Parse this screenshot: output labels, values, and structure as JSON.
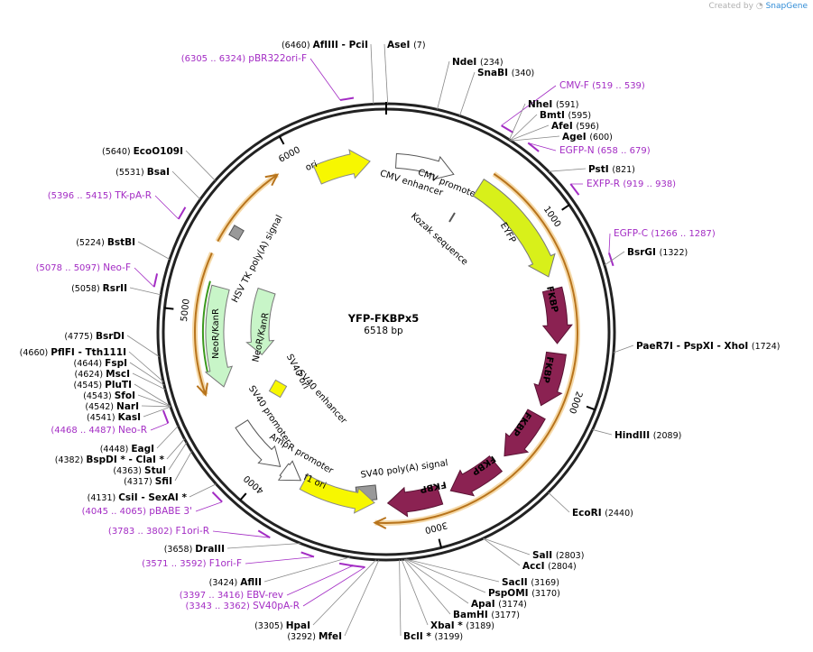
{
  "credit": {
    "prefix": "Created by",
    "brand": "SnapGene"
  },
  "plasmid": {
    "name": "YFP-FKBPx5",
    "size": "6518 bp",
    "length": 6518
  },
  "ticks": [
    "1000",
    "2000",
    "3000",
    "4000",
    "5000",
    "6000"
  ],
  "colors": {
    "ori": "#f7f700",
    "kanr": "#c8f5c8",
    "fkbp": "#8b2252",
    "eyfp": "#d8f01a",
    "promoter": "#ffffff",
    "primer": "#a32cc4",
    "orf": "#e8a33a",
    "polyA": "#999999"
  },
  "sites": [
    {
      "name": "AfIIII  - PciI",
      "pos": "(6460)"
    },
    {
      "name": "AseI",
      "pos": "(7)"
    },
    {
      "name": "NdeI",
      "pos": "(234)"
    },
    {
      "name": "SnaBI",
      "pos": "(340)"
    },
    {
      "name": "NheI",
      "pos": "(591)"
    },
    {
      "name": "BmtI",
      "pos": "(595)"
    },
    {
      "name": "AfeI",
      "pos": "(596)"
    },
    {
      "name": "AgeI",
      "pos": "(600)"
    },
    {
      "name": "PstI",
      "pos": "(821)"
    },
    {
      "name": "BsrGI",
      "pos": "(1322)"
    },
    {
      "name": "PaeR7I  - PspXI  - XhoI",
      "pos": "(1724)"
    },
    {
      "name": "HindIII",
      "pos": "(2089)"
    },
    {
      "name": "EcoRI",
      "pos": "(2440)"
    },
    {
      "name": "SalI",
      "pos": "(2803)"
    },
    {
      "name": "AccI",
      "pos": "(2804)"
    },
    {
      "name": "SacII",
      "pos": "(3169)"
    },
    {
      "name": "PspOMI",
      "pos": "(3170)"
    },
    {
      "name": "ApaI",
      "pos": "(3174)"
    },
    {
      "name": "BamHI",
      "pos": "(3177)"
    },
    {
      "name": "XbaI *",
      "pos": "(3189)"
    },
    {
      "name": "BclI *",
      "pos": "(3199)"
    },
    {
      "name": "MfeI",
      "pos": "(3292)"
    },
    {
      "name": "HpaI",
      "pos": "(3305)"
    },
    {
      "name": "AflII",
      "pos": "(3424)"
    },
    {
      "name": "DraIII",
      "pos": "(3658)"
    },
    {
      "name": "CsiI  - SexAI *",
      "pos": "(4131)"
    },
    {
      "name": "SfiI",
      "pos": "(4317)"
    },
    {
      "name": "StuI",
      "pos": "(4363)"
    },
    {
      "name": "BspDI *  - ClaI *",
      "pos": "(4382)"
    },
    {
      "name": "EagI",
      "pos": "(4448)"
    },
    {
      "name": "KasI",
      "pos": "(4541)"
    },
    {
      "name": "NarI",
      "pos": "(4542)"
    },
    {
      "name": "SfoI",
      "pos": "(4543)"
    },
    {
      "name": "PluTI",
      "pos": "(4545)"
    },
    {
      "name": "MscI",
      "pos": "(4624)"
    },
    {
      "name": "FspI",
      "pos": "(4644)"
    },
    {
      "name": "PflFI  - Tth111I",
      "pos": "(4660)"
    },
    {
      "name": "BsrDI",
      "pos": "(4775)"
    },
    {
      "name": "RsrII",
      "pos": "(5058)"
    },
    {
      "name": "BstBI",
      "pos": "(5224)"
    },
    {
      "name": "BsaI",
      "pos": "(5531)"
    },
    {
      "name": "EcoO109I",
      "pos": "(5640)"
    }
  ],
  "primers": [
    {
      "range": "(6305 .. 6324)",
      "name": "pBR322ori-F"
    },
    {
      "range": "(519 .. 539)",
      "name": "CMV-F"
    },
    {
      "range": "(658 .. 679)",
      "name": "EGFP-N"
    },
    {
      "range": "(919 .. 938)",
      "name": "EXFP-R"
    },
    {
      "range": "(1266 .. 1287)",
      "name": "EGFP-C"
    },
    {
      "range": "(5396 .. 5415)",
      "name": "TK-pA-R"
    },
    {
      "range": "(5078 .. 5097)",
      "name": "Neo-F"
    },
    {
      "range": "(4468 .. 4487)",
      "name": "Neo-R"
    },
    {
      "range": "(4045 .. 4065)",
      "name": "pBABE 3'"
    },
    {
      "range": "(3783 .. 3802)",
      "name": "F1ori-R"
    },
    {
      "range": "(3571 .. 3592)",
      "name": "F1ori-F"
    },
    {
      "range": "(3397 .. 3416)",
      "name": "EBV-rev"
    },
    {
      "range": "(3343 .. 3362)",
      "name": "SV40pA-R"
    }
  ],
  "features": [
    {
      "label": "ori"
    },
    {
      "label": "CMV promoter"
    },
    {
      "label": "CMV enhancer"
    },
    {
      "label": "Kozak sequence"
    },
    {
      "label": "EYFP"
    },
    {
      "label": "FKBP"
    },
    {
      "label": "FKBP"
    },
    {
      "label": "FKBP"
    },
    {
      "label": "FKBP"
    },
    {
      "label": "FKBP"
    },
    {
      "label": "SV40 poly(A) signal"
    },
    {
      "label": "f1 ori"
    },
    {
      "label": "AmpR promoter"
    },
    {
      "label": "SV40 promoter"
    },
    {
      "label": "SV40 ori"
    },
    {
      "label": "SV40 enhancer"
    },
    {
      "label": "NeoR/KanR"
    },
    {
      "label": "NeoR/KanR"
    },
    {
      "label": "HSV TK poly(A) signal"
    }
  ]
}
